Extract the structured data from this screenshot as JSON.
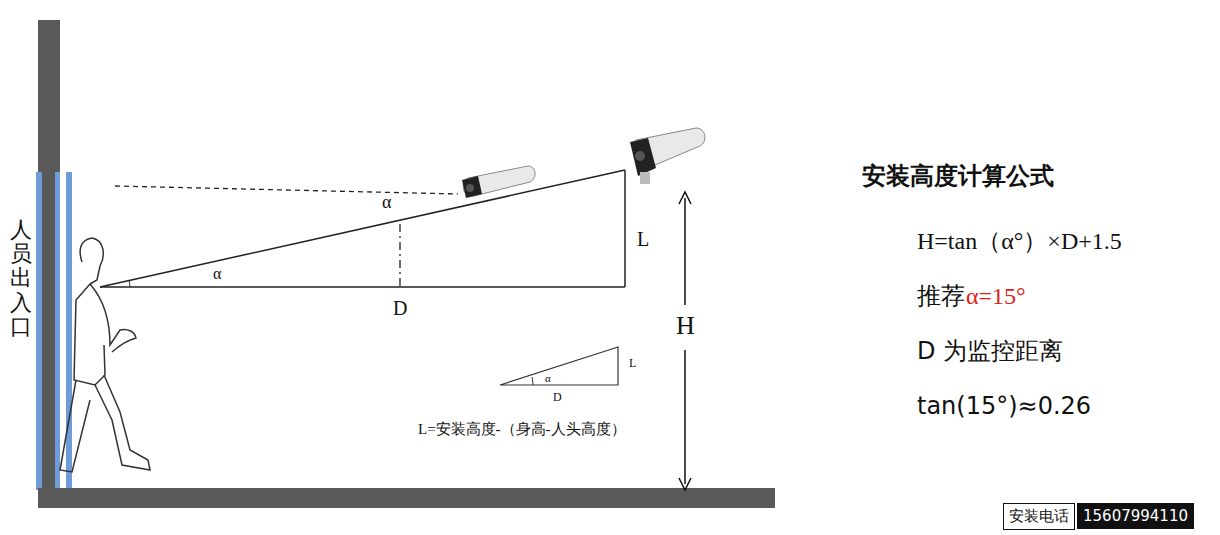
{
  "diagram": {
    "title": "安装高度计算公式",
    "nodes": [
      {
        "text": [
          "安装电话"
        ]
      },
      {
        "text": [
          "15607994110"
        ]
      }
    ],
    "labels": [
      "人员出入口",
      "α",
      "α",
      "L",
      "D",
      "H",
      "α",
      "L",
      "D",
      "L=安装高度-（身高-人头高度）",
      "H=tan（α°）×D+1.5",
      "推荐",
      "α=15°",
      "D 为监控距离",
      "tan(15°)≈0.26"
    ]
  }
}
